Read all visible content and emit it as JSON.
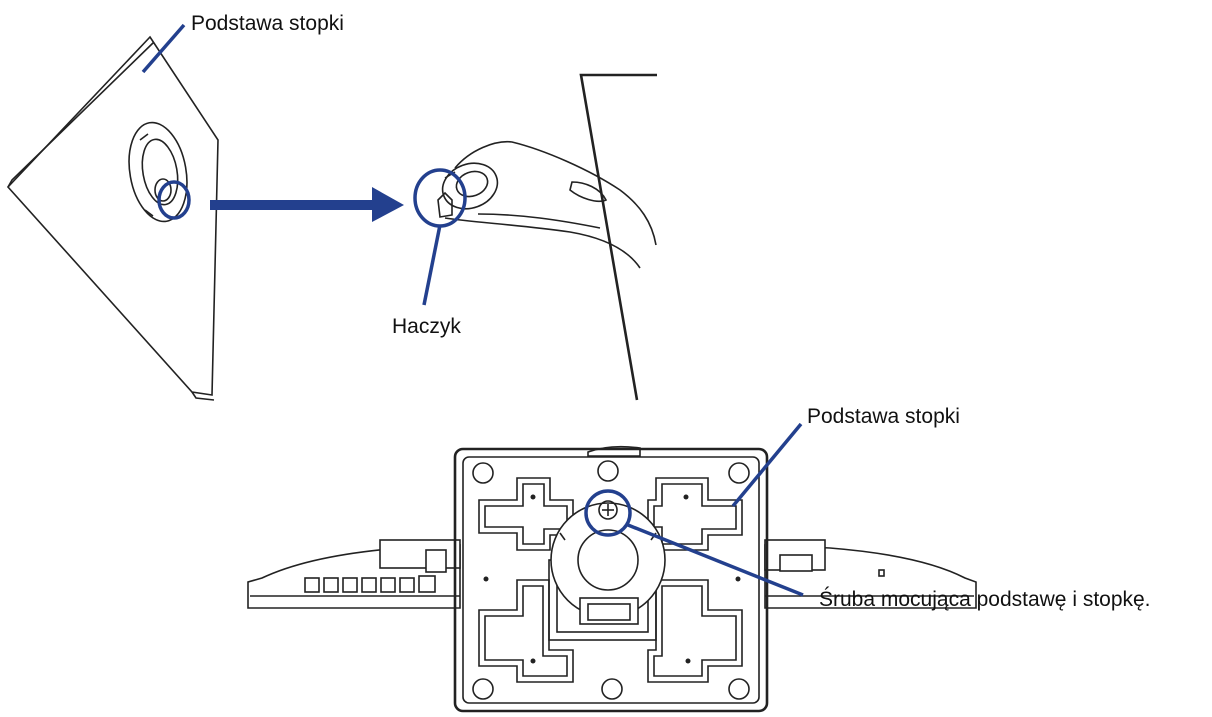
{
  "labels": {
    "base_top": "Podstawa stopki",
    "hook": "Haczyk",
    "base_bottom": "Podstawa stopki",
    "screw": "Śruba mocująca podstawę i stopkę."
  },
  "colors": {
    "accent_blue": "#23408e",
    "line": "#222222"
  }
}
